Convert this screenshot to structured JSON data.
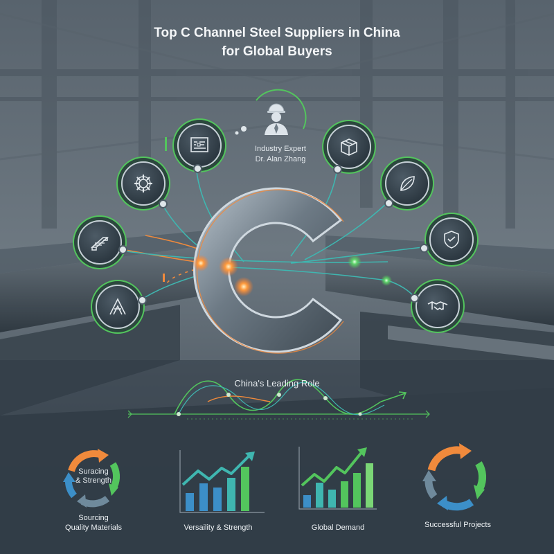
{
  "title": {
    "line1": "Top C Channel Steel Suppliers in China",
    "line2": "for Global Buyers"
  },
  "expert": {
    "role": "Industry Expert",
    "name": "Dr. Alan Zhang",
    "icon": "hardhat-person-icon"
  },
  "nodes": [
    {
      "id": "blueprint",
      "icon": "blueprint-icon"
    },
    {
      "id": "gear",
      "icon": "gear-icon"
    },
    {
      "id": "steel-profile",
      "icon": "steel-profile-icon"
    },
    {
      "id": "structure",
      "icon": "truss-structure-icon"
    },
    {
      "id": "box",
      "icon": "package-box-icon"
    },
    {
      "id": "leaf",
      "icon": "leaf-icon"
    },
    {
      "id": "shield",
      "icon": "shield-icon"
    },
    {
      "id": "handshake",
      "icon": "handshake-icon"
    }
  ],
  "center": {
    "icon": "c-channel-letter-icon"
  },
  "wave": {
    "label": "China's Leading Role"
  },
  "bottom": {
    "sourcing": {
      "inner": "Suracing\n& Strength",
      "caption": "Sourcing\nQuality Materials"
    },
    "versatility": {
      "caption": "Versaility & Strength"
    },
    "demand": {
      "caption": "Global Demand"
    },
    "projects": {
      "caption": "Successful Projects"
    }
  },
  "colors": {
    "accent_green": "#53c55d",
    "accent_teal": "#3fb6b0",
    "accent_orange": "#f08a3c",
    "accent_blue": "#3c8fc8"
  }
}
